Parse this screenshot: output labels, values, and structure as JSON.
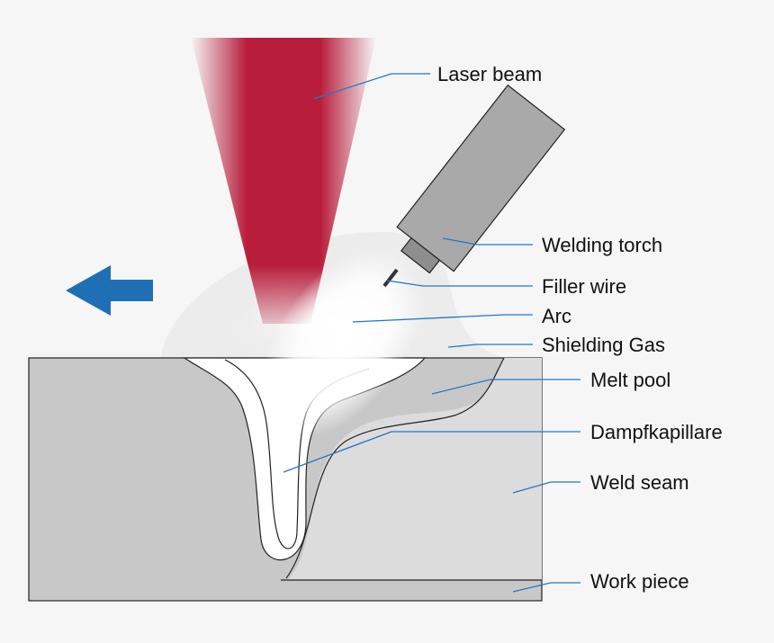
{
  "labels": {
    "laser_beam": "Laser beam",
    "welding_torch": "Welding torch",
    "filler_wire": "Filler wire",
    "arc": "Arc",
    "shielding_gas": "Shielding Gas",
    "melt_pool": "Melt pool",
    "dampfkapillare": "Dampfkapillare",
    "weld_seam": "Weld seam",
    "work_piece": "Work piece"
  },
  "colors": {
    "background": "#f6f6f6",
    "laser": "#b81e3c",
    "torch": "#a9a9a9",
    "workpiece": "#c8c8c8",
    "weld_seam": "#dcdcdc",
    "leader_line": "#1f78c8",
    "direction_arrow": "#1f6fb5"
  },
  "icons": {
    "direction_arrow": "arrow-left-icon"
  }
}
